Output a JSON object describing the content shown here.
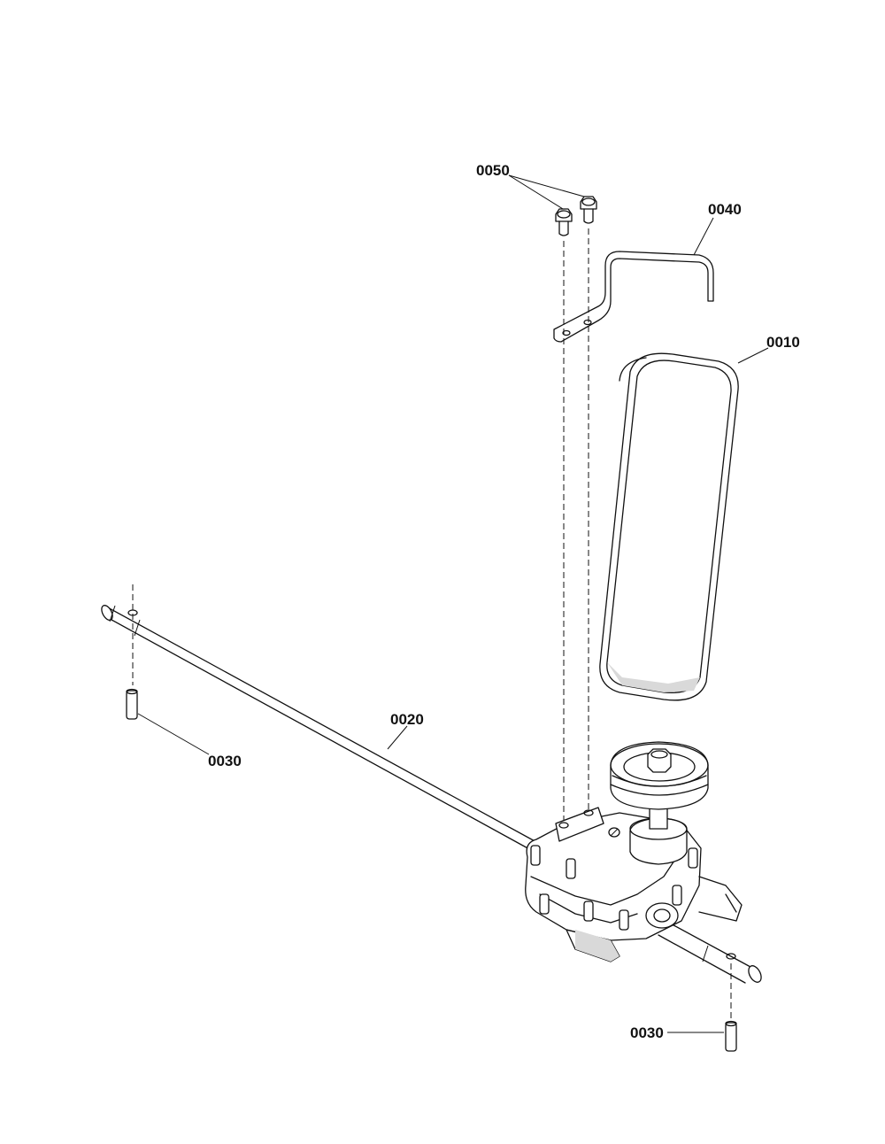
{
  "diagram": {
    "colors": {
      "ink": "#111111",
      "background": "#ffffff",
      "shade": "#d9d9d9"
    },
    "parts": [
      {
        "id": "belt",
        "label": "0010"
      },
      {
        "id": "axle",
        "label": "0020"
      },
      {
        "id": "pin_left",
        "label": "0030"
      },
      {
        "id": "pin_right",
        "label": "0030"
      },
      {
        "id": "belt_guide",
        "label": "0040"
      },
      {
        "id": "screws",
        "label": "0050"
      }
    ]
  }
}
